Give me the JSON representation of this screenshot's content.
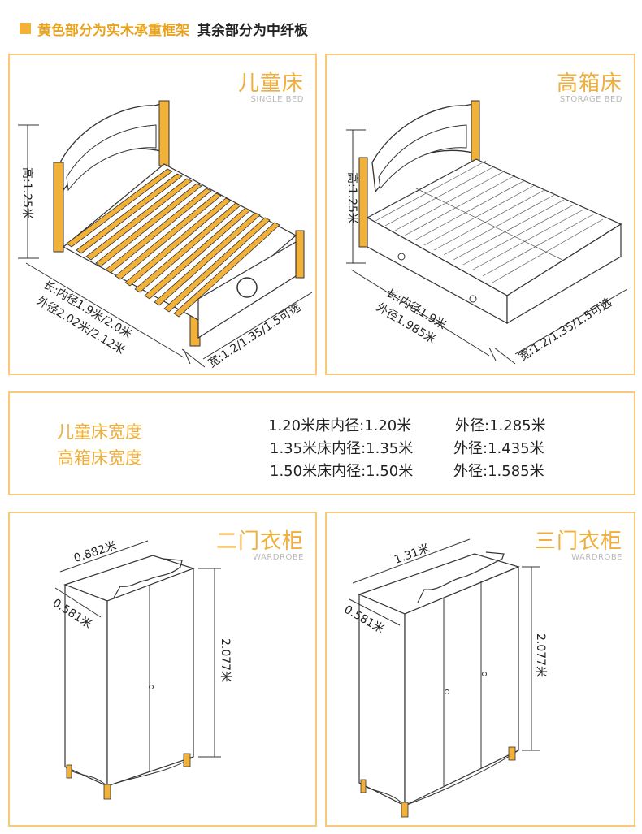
{
  "legend": {
    "yellow_text": "黄色部分为实木承重框架",
    "rest_text": "其余部分为中纤板"
  },
  "kids_bed": {
    "title": "儿童床",
    "subtitle": "SINGLE BED",
    "height": "高:1.25米",
    "length_inner": "长:内径1.9米/2.0米",
    "length_outer": "外径2.02米/2.12米",
    "width": "宽:1.2/1.35/1.5可选"
  },
  "storage_bed": {
    "title": "高箱床",
    "subtitle": "STORAGE BED",
    "height": "高:1.25米",
    "length_inner": "长:内径1.9米",
    "length_outer": "外径1.985米",
    "width": "宽:1.2/1.35/1.5可选"
  },
  "width_spec": {
    "label_1": "儿童床宽度",
    "label_2": "高箱床宽度",
    "rows": [
      {
        "inner": "1.20米床内径:1.20米",
        "outer": "外径:1.285米"
      },
      {
        "inner": "1.35米床内径:1.35米",
        "outer": "外径:1.435米"
      },
      {
        "inner": "1.50米床内径:1.50米",
        "outer": "外径:1.585米"
      }
    ]
  },
  "wardrobe_2": {
    "title": "二门衣柜",
    "subtitle": "WARDROBE",
    "width": "0.882米",
    "depth": "0.581米",
    "height": "2.077米"
  },
  "wardrobe_3": {
    "title": "三门衣柜",
    "subtitle": "WARDROBE",
    "width": "1.31米",
    "depth": "0.581米",
    "height": "2.077米"
  },
  "colors": {
    "accent": "#f0ae3a",
    "panel_border": "#f5ca7a",
    "wood": "#f2b23a"
  }
}
